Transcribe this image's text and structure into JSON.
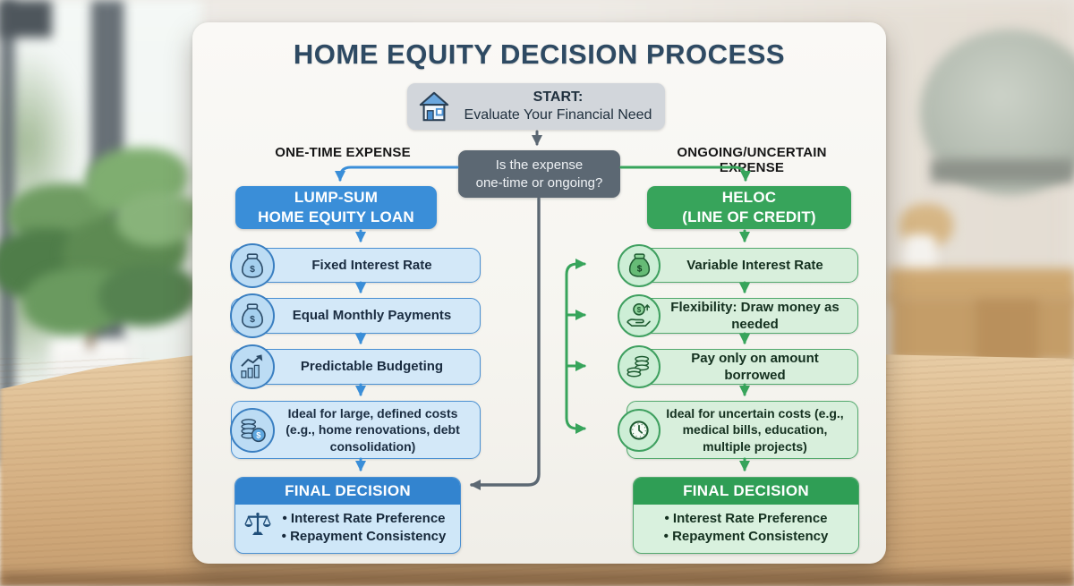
{
  "title": "HOME EQUITY DECISION PROCESS",
  "start": {
    "icon": "house-icon",
    "prefix": "START:",
    "label": "Evaluate Your Financial Need"
  },
  "decision": {
    "line1": "Is the expense",
    "line2": "one-time or ongoing?"
  },
  "branches": {
    "left": {
      "label": "ONE-TIME EXPENSE",
      "header": {
        "line1": "LUMP-SUM",
        "line2": "HOME EQUITY LOAN"
      },
      "items": [
        {
          "icon": "money-bag-icon",
          "text": "Fixed Interest Rate"
        },
        {
          "icon": "money-bag-icon",
          "text": "Equal Monthly Payments"
        },
        {
          "icon": "bar-chart-icon",
          "text": "Predictable Budgeting"
        },
        {
          "icon": "coin-stack-icon",
          "text": "Ideal for large, defined costs (e.g., home renovations, debt consolidation)"
        }
      ],
      "final": {
        "title": "FINAL DECISION",
        "icon": "balance-scale-icon",
        "bullets": [
          "• Interest Rate Preference",
          "• Repayment Consistency"
        ]
      }
    },
    "right": {
      "label": "ONGOING/UNCERTAIN EXPENSE",
      "header": {
        "line1": "HELOC",
        "line2": "(LINE OF CREDIT)"
      },
      "items": [
        {
          "icon": "money-bag-icon",
          "text": "Variable Interest Rate"
        },
        {
          "icon": "hand-coin-icon",
          "text": "Flexibility: Draw money as needed"
        },
        {
          "icon": "coin-stack-icon",
          "text": "Pay only on amount borrowed"
        },
        {
          "icon": "clock-icon",
          "text": "Ideal for uncertain costs (e.g., medical bills, education, multiple projects)"
        }
      ],
      "final": {
        "title": "FINAL DECISION",
        "bullets": [
          "• Interest Rate Preference",
          "• Repayment Consistency"
        ]
      }
    }
  },
  "colors": {
    "title_navy": "#2e4a63",
    "blue": "#3a8ed8",
    "light_blue": "#d3e8f8",
    "green": "#37a45b",
    "light_green": "#d8efdc",
    "gray_decision": "#5c6873",
    "start_gray": "#d2d6db"
  }
}
